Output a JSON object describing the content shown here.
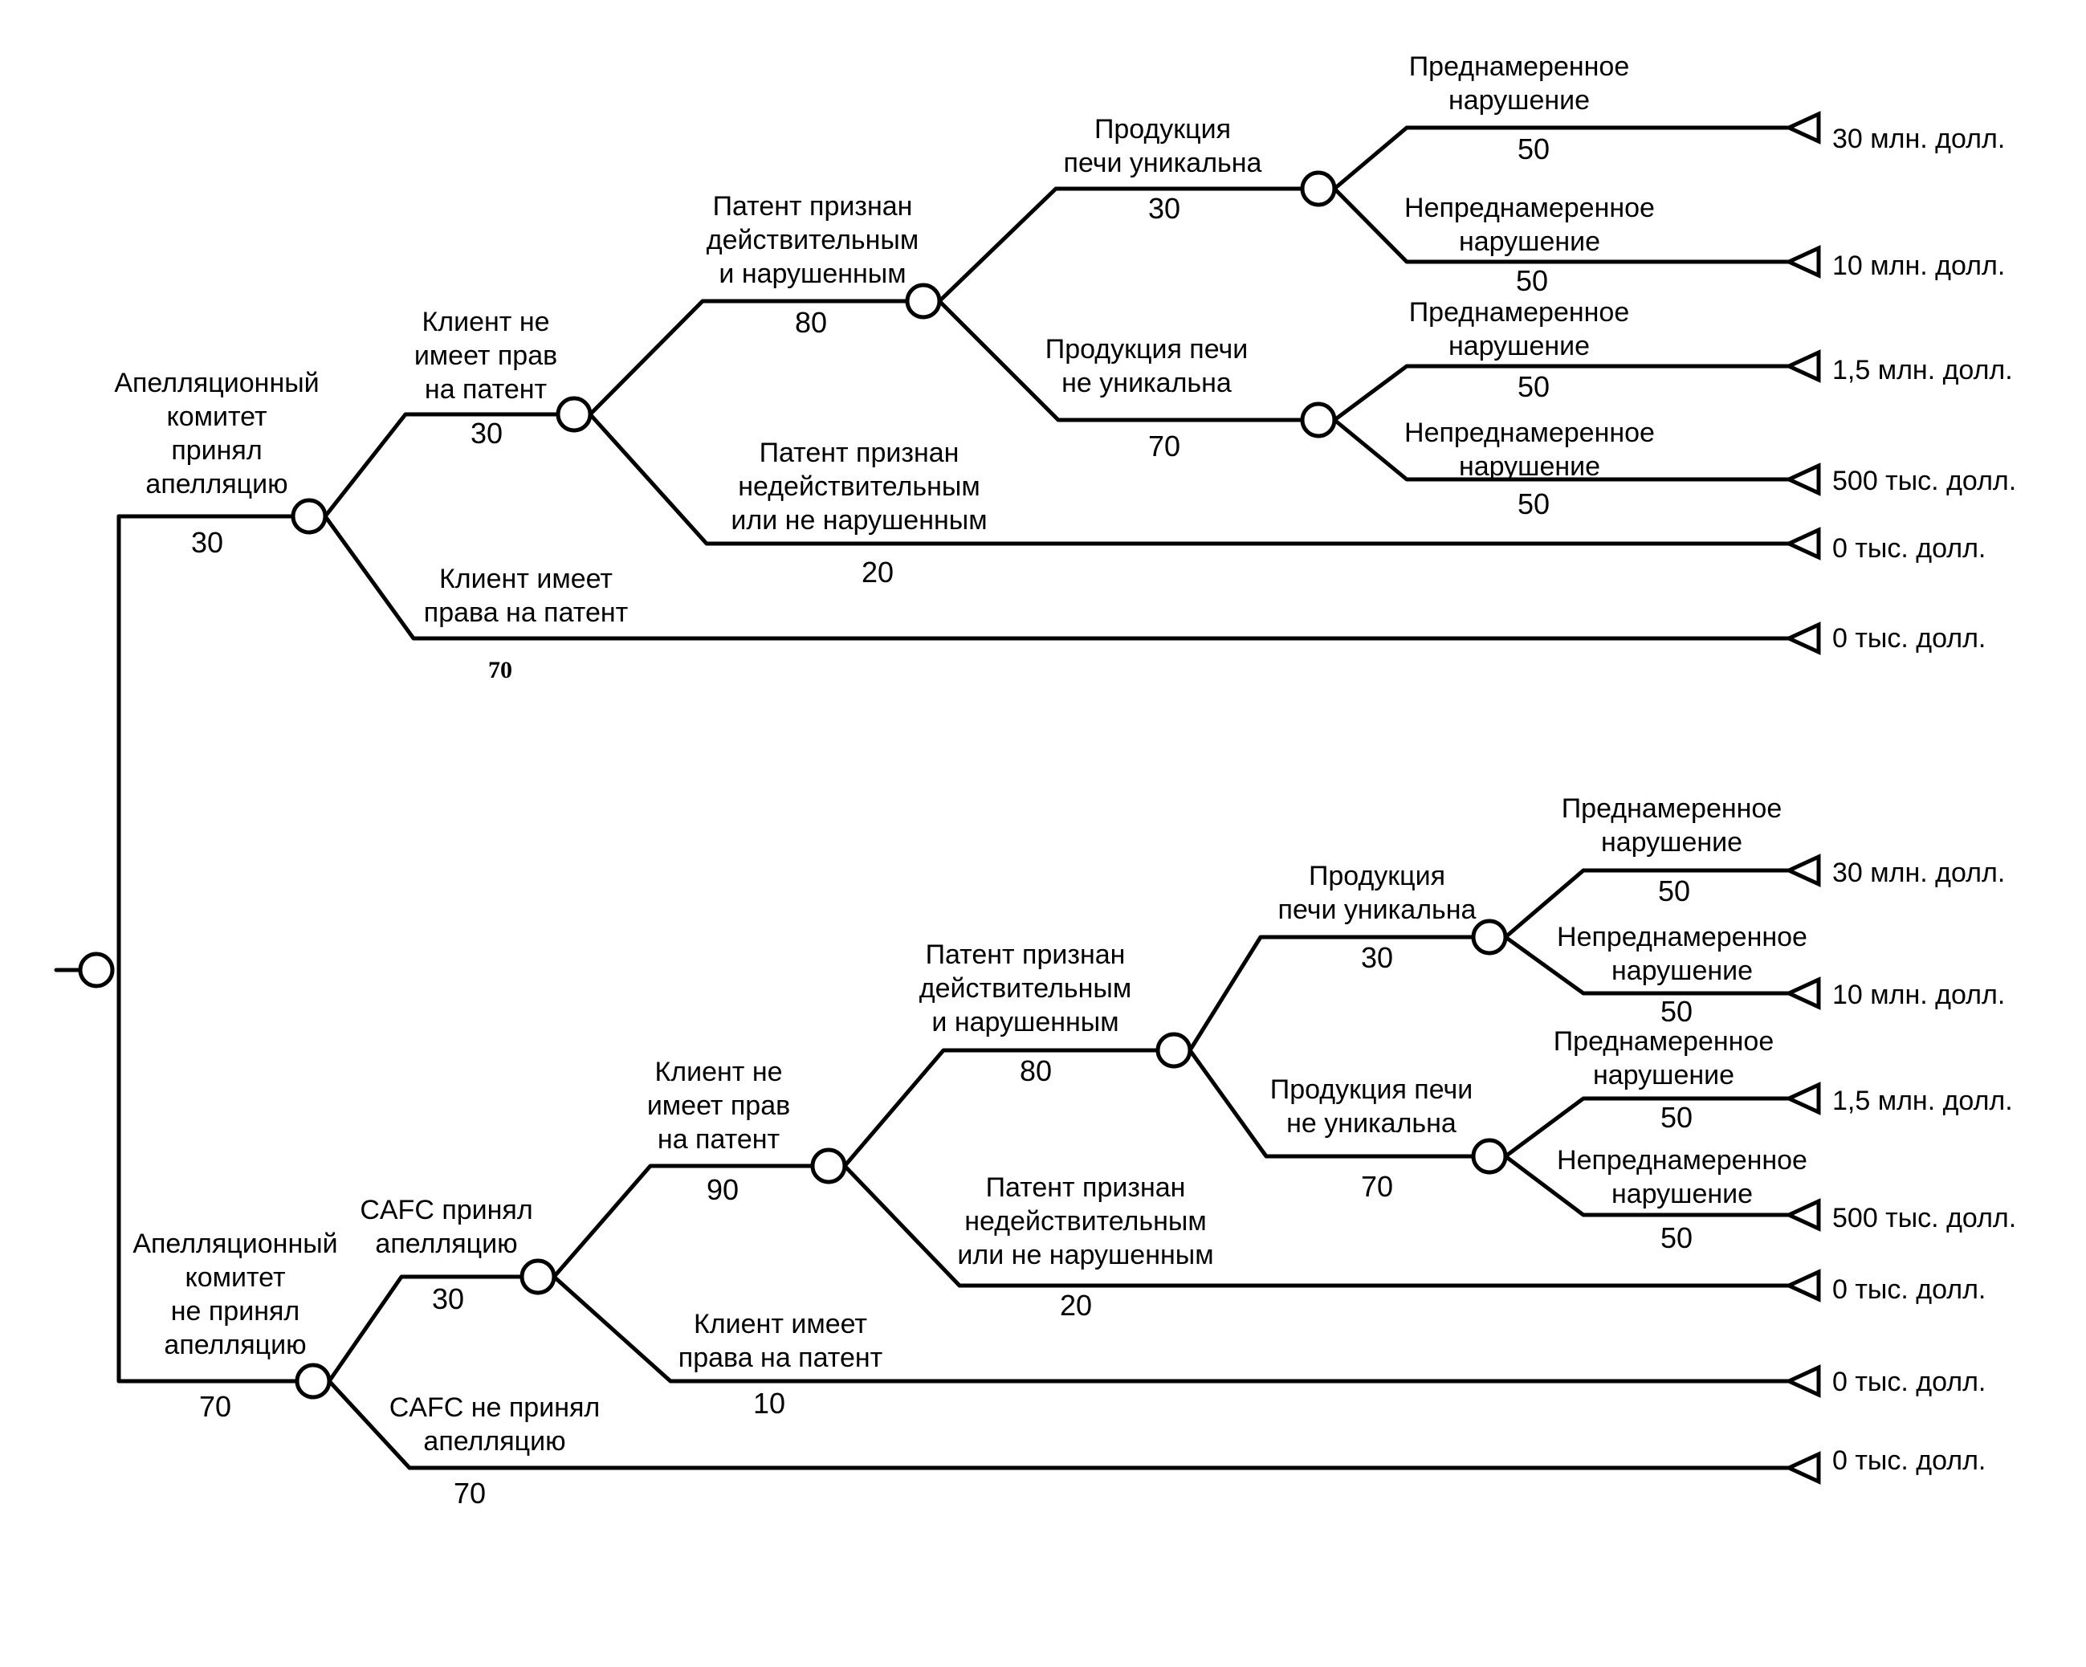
{
  "upper": {
    "appeal_accepted": {
      "label": [
        "Апелляционный",
        "комитет",
        "принял",
        "апелляцию"
      ],
      "prob": "30"
    },
    "client_no_rights": {
      "label": [
        "Клиент не",
        "имеет прав",
        "на патент"
      ],
      "prob": "30"
    },
    "client_has_rights": {
      "label": [
        "Клиент имеет",
        "права на патент"
      ],
      "prob": "70"
    },
    "patent_valid": {
      "label": [
        "Патент признан",
        "действительным",
        "и нарушенным"
      ],
      "prob": "80"
    },
    "patent_invalid": {
      "label": [
        "Патент признан",
        "недействительным",
        "или не нарушенным"
      ],
      "prob": "20"
    },
    "unique": {
      "label": [
        "Продукция",
        "печи уникальна"
      ],
      "prob": "30"
    },
    "not_unique": {
      "label": [
        "Продукция печи",
        "не уникальна"
      ],
      "prob": "70"
    },
    "u_intent": {
      "label": [
        "Преднамеренное",
        "нарушение"
      ],
      "prob": "50"
    },
    "u_unintent": {
      "label": [
        "Непреднамеренное",
        "нарушение"
      ],
      "prob": "50"
    },
    "n_intent": {
      "label": [
        "Преднамеренное",
        "нарушение"
      ],
      "prob": "50"
    },
    "n_unintent": {
      "label": [
        "Непреднамеренное",
        "нарушение"
      ],
      "prob": "50"
    },
    "outcomes": [
      "30 млн. долл.",
      "10 млн. долл.",
      "1,5 млн. долл.",
      "500 тыс. долл.",
      "0 тыс. долл.",
      "0 тыс. долл."
    ]
  },
  "lower": {
    "appeal_rejected": {
      "label": [
        "Апелляционный",
        "комитет",
        "не принял",
        "апелляцию"
      ],
      "prob": "70"
    },
    "cafc_accepted": {
      "label": [
        "CAFC принял",
        "апелляцию"
      ],
      "prob": "30"
    },
    "cafc_rejected": {
      "label": [
        "CAFC не принял",
        "апелляцию"
      ],
      "prob": "70"
    },
    "client_no_rights": {
      "label": [
        "Клиент не",
        "имеет прав",
        "на патент"
      ],
      "prob": "90"
    },
    "client_has_rights": {
      "label": [
        "Клиент имеет",
        "права на патент"
      ],
      "prob": "10"
    },
    "patent_valid": {
      "label": [
        "Патент признан",
        "действительным",
        "и нарушенным"
      ],
      "prob": "80"
    },
    "patent_invalid": {
      "label": [
        "Патент признан",
        "недействительным",
        "или не нарушенным"
      ],
      "prob": "20"
    },
    "unique": {
      "label": [
        "Продукция",
        "печи уникальна"
      ],
      "prob": "30"
    },
    "not_unique": {
      "label": [
        "Продукция печи",
        "не уникальна"
      ],
      "prob": "70"
    },
    "u_intent": {
      "label": [
        "Преднамеренное",
        "нарушение"
      ],
      "prob": "50"
    },
    "u_unintent": {
      "label": [
        "Непреднамеренное",
        "нарушение"
      ],
      "prob": "50"
    },
    "n_intent": {
      "label": [
        "Преднамеренное",
        "нарушение"
      ],
      "prob": "50"
    },
    "n_unintent": {
      "label": [
        "Непреднамеренное",
        "нарушение"
      ],
      "prob": "50"
    },
    "outcomes": [
      "30 млн. долл.",
      "10 млн. долл.",
      "1,5 млн. долл.",
      "500 тыс. долл.",
      "0 тыс. долл.",
      "0 тыс. долл.",
      "0 тыс. долл."
    ]
  }
}
